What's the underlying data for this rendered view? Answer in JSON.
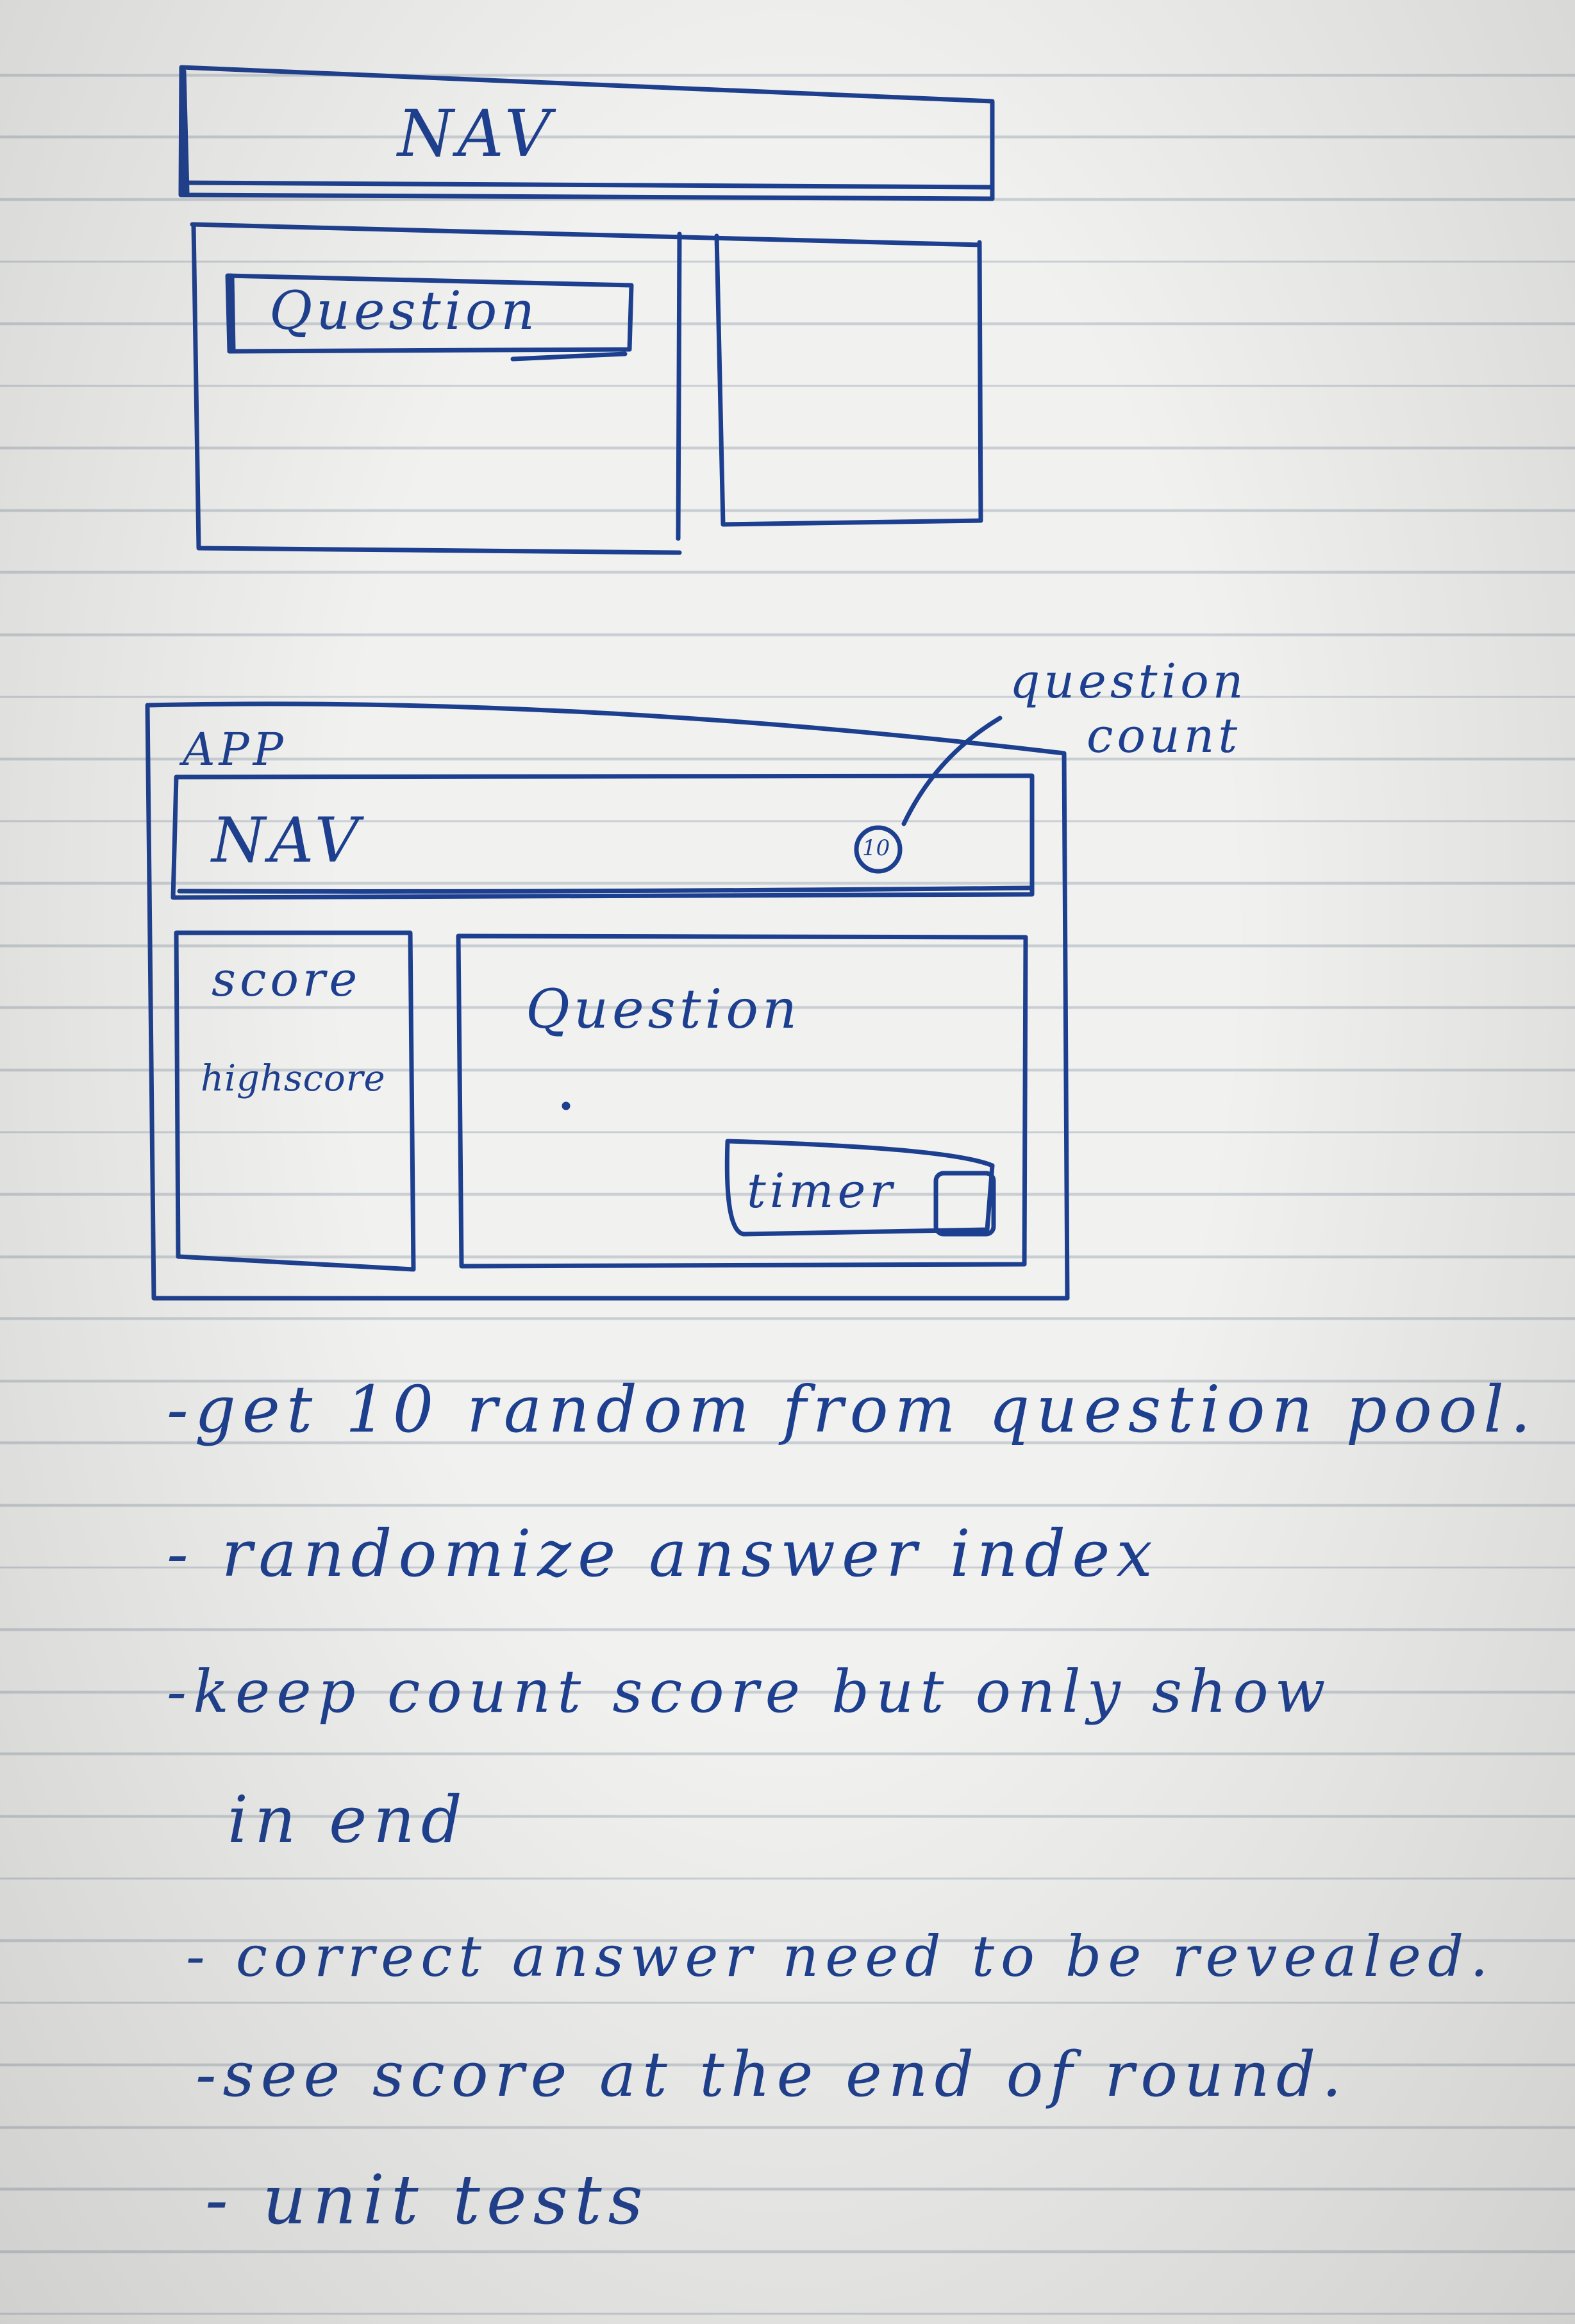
{
  "wireframe1": {
    "nav_label": "NAV",
    "question_label": "Question"
  },
  "wireframe2": {
    "app_label": "APP",
    "nav_label": "NAV",
    "count_badge": "10",
    "annotation": [
      "question",
      "count"
    ],
    "score_label": "score",
    "highscore_label": "highscore",
    "question_label": "Question",
    "timer_label": "timer"
  },
  "notes": [
    "-get 10 random from question pool.",
    "- randomize answer index",
    "-keep count score but only show",
    "in end",
    "- correct answer need to be revealed.",
    "-see score at the end of round.",
    "- unit tests"
  ],
  "colors": {
    "ink": "#1d3f8f",
    "paper": "#f1f1ef",
    "rule": "#c9ced3"
  }
}
